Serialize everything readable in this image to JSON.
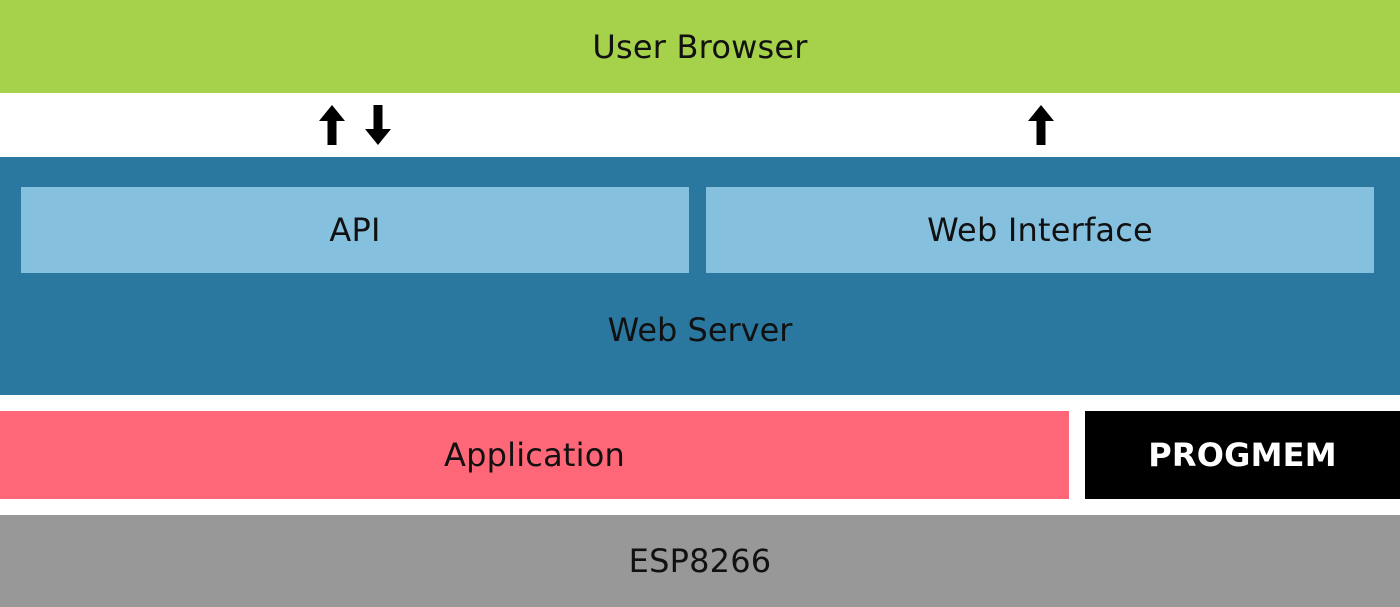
{
  "layers": {
    "user_browser": "User Browser",
    "api": "API",
    "web_interface": "Web Interface",
    "web_server": "Web Server",
    "application": "Application",
    "progmem": "PROGMEM",
    "esp8266": "ESP8266"
  },
  "arrows": [
    {
      "id": "api-up",
      "direction": "up"
    },
    {
      "id": "api-down",
      "direction": "down"
    },
    {
      "id": "web-interface-up",
      "direction": "up"
    }
  ],
  "colors": {
    "user_browser": "#a5d14b",
    "web_server": "#2a78a0",
    "api_and_web_interface": "#85c1df",
    "application": "#fe6777",
    "progmem": "#000000",
    "esp8266": "#989898"
  }
}
